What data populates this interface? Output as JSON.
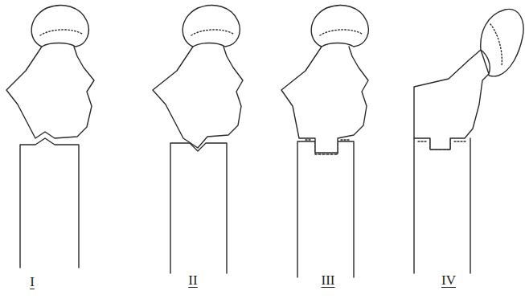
{
  "diagram": {
    "labels": [
      "I",
      "II",
      "III",
      "IV"
    ]
  }
}
